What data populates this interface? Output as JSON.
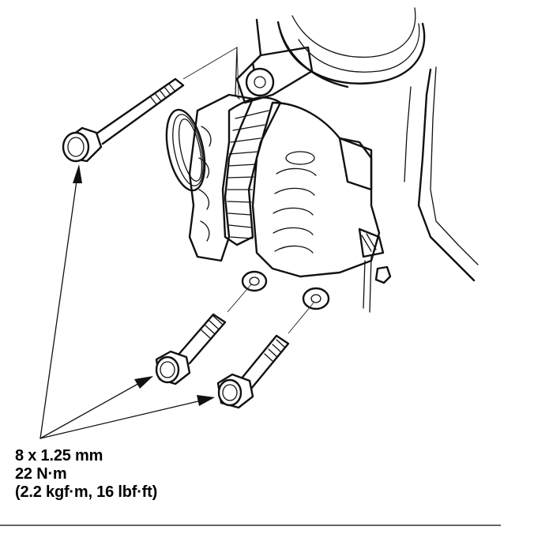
{
  "figure": {
    "subject": "Alternator mounting bolts installation diagram",
    "callout": {
      "bolt_size": "8 x 1.25 mm",
      "torque_nm": "22 N·m",
      "torque_alt": "(2.2 kgf·m, 16 lbf·ft)"
    },
    "bolts": [
      {
        "label": "upper-mounting-bolt"
      },
      {
        "label": "lower-left-mounting-bolt"
      },
      {
        "label": "lower-right-mounting-bolt"
      }
    ],
    "colors": {
      "line": "#111111",
      "background": "#ffffff",
      "rule": "#666666"
    }
  }
}
